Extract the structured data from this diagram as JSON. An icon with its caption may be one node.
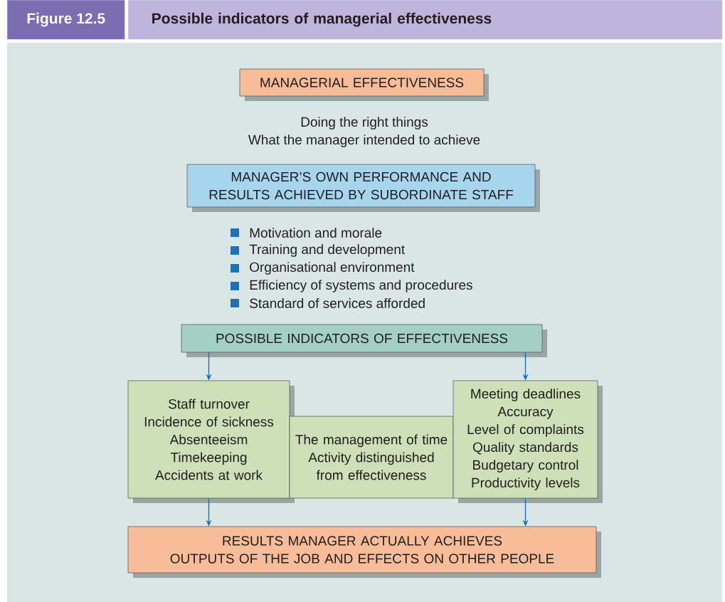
{
  "diagram": {
    "title": "Possible indicators of managerial effectiveness",
    "nodes": [
      {
        "text": [
          "MANAGERIAL EFFECTIVENESS"
        ]
      },
      {
        "text": [
          "MANAGER’S OWN PERFORMANCE AND RESULTS ACHIEVED BY SUBORDINATE STAFF"
        ]
      },
      {
        "text": [
          "POSSIBLE INDICATORS OF EFFECTIVENESS"
        ]
      },
      {
        "text": [
          "Staff turnover",
          "Incidence of sickness",
          "Absenteeism",
          "Timekeeping",
          "Accidents at work"
        ]
      },
      {
        "text": [
          "The management of time",
          "Activity distinguished from effectiveness"
        ]
      },
      {
        "text": [
          "Meeting deadlines",
          "Accuracy",
          "Level of complaints",
          "Quality standards",
          "Budgetary control",
          "Productivity levels"
        ]
      },
      {
        "text": [
          "RESULTS MANAGER ACTUALLY ACHIEVES",
          "OUTPUTS OF THE JOB AND EFFECTS ON OTHER PEOPLE"
        ]
      }
    ],
    "edges": [
      {
        "from": 2,
        "to": 3,
        "arrow": "to"
      },
      {
        "from": 2,
        "to": 5,
        "arrow": "to"
      },
      {
        "from": 3,
        "to": 6,
        "arrow": "to"
      },
      {
        "from": 5,
        "to": 6,
        "arrow": "to"
      }
    ],
    "labels": [
      "Figure 12.5",
      "Doing the right things",
      "What the manager intended to achieve",
      "Motivation and morale",
      "Training and development",
      "Organisational environment",
      "Efficiency of systems and procedures",
      "Standard of services afforded"
    ]
  }
}
